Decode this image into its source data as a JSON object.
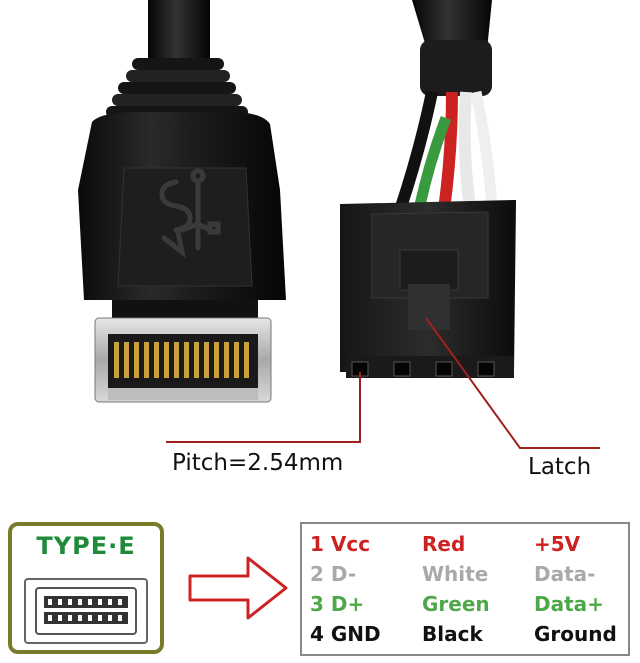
{
  "labels": {
    "pitch": "Pitch=2.54mm",
    "latch": "Latch",
    "connector_logo": "TYPE·E"
  },
  "pinout": [
    {
      "pin": "1 Vcc",
      "color_name": "Red",
      "signal": "+5V",
      "color": "#cc2222"
    },
    {
      "pin": "2 D-",
      "color_name": "White",
      "signal": "Data-",
      "color": "#a9a9a9"
    },
    {
      "pin": "3 D+",
      "color_name": "Green",
      "signal": "Data+",
      "color": "#4ea84a"
    },
    {
      "pin": "4 GND",
      "color_name": "Black",
      "signal": "Ground",
      "color": "#111111"
    }
  ],
  "colors": {
    "logo_text": "#1e8a3a",
    "logo_border": "#7a7b2a",
    "arrow": "#cc2222",
    "annotation_line": "#a02020"
  },
  "icons": [
    "usb-superspeed-icon",
    "right-arrow-icon",
    "type-e-port-icon"
  ]
}
